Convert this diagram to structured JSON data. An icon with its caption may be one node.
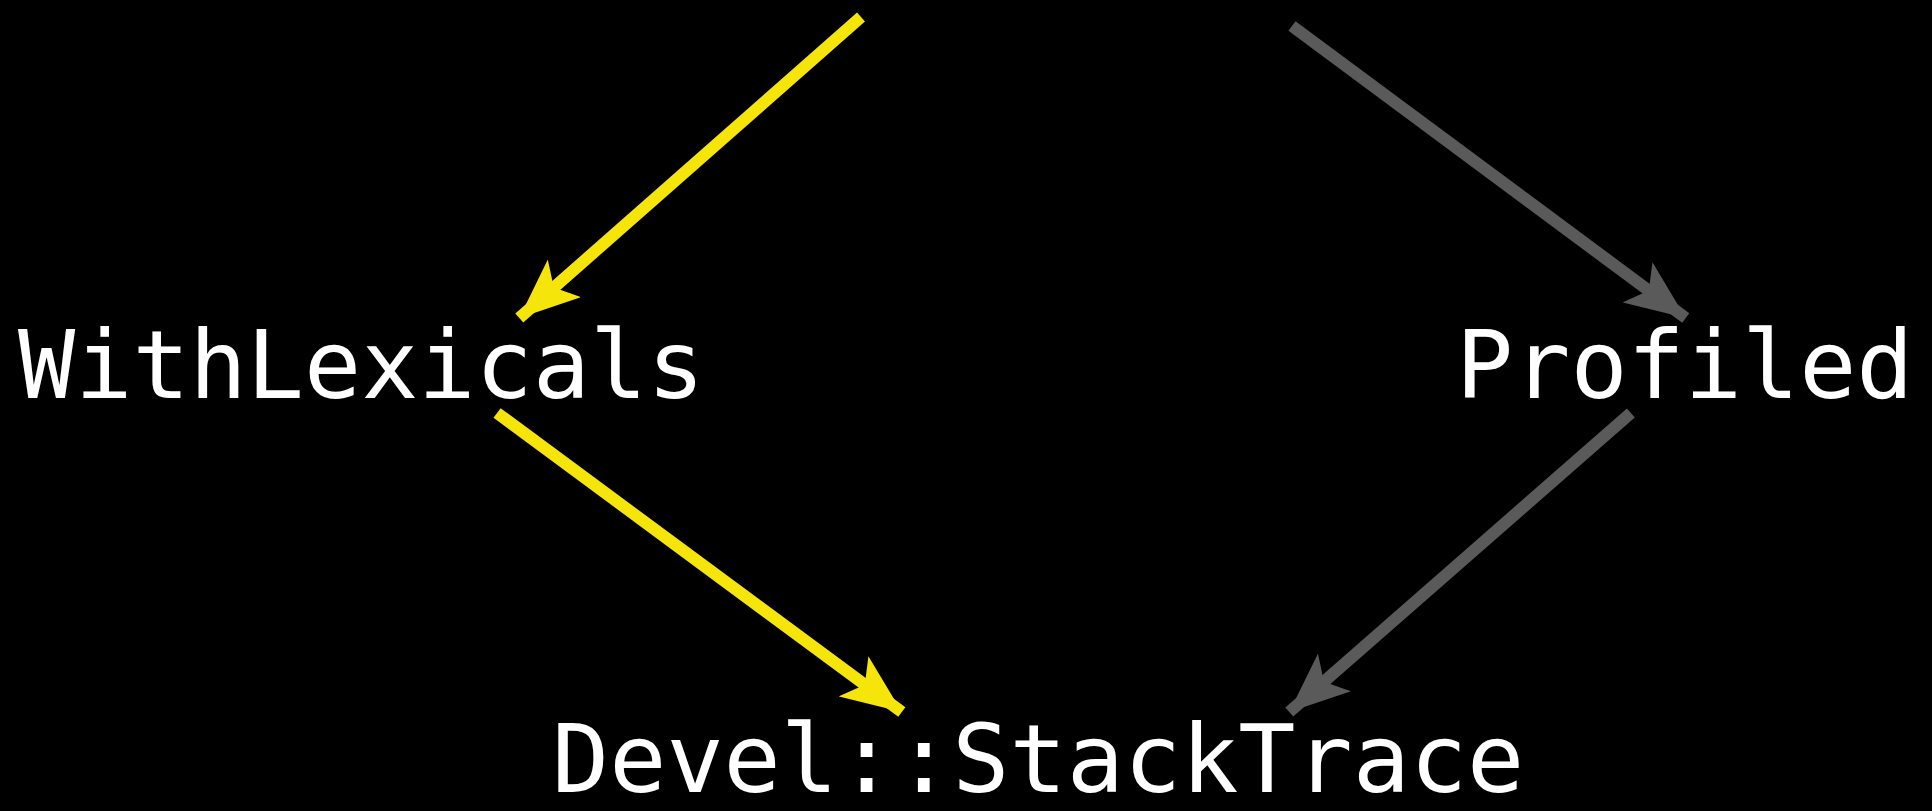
{
  "diagram": {
    "nodes": [
      {
        "text": [
          "WithLexicals"
        ]
      },
      {
        "text": [
          "Profiled"
        ]
      },
      {
        "text": [
          "Devel::StackTrace"
        ]
      }
    ],
    "edges": [
      {
        "from": null,
        "to": 0,
        "arrow": "to",
        "color": "#f5e50a"
      },
      {
        "from": null,
        "to": 1,
        "arrow": "to",
        "color": "#5a5a5a"
      },
      {
        "from": 0,
        "to": 2,
        "arrow": "to",
        "color": "#f5e50a"
      },
      {
        "from": 1,
        "to": 2,
        "arrow": "to",
        "color": "#5a5a5a"
      }
    ]
  }
}
